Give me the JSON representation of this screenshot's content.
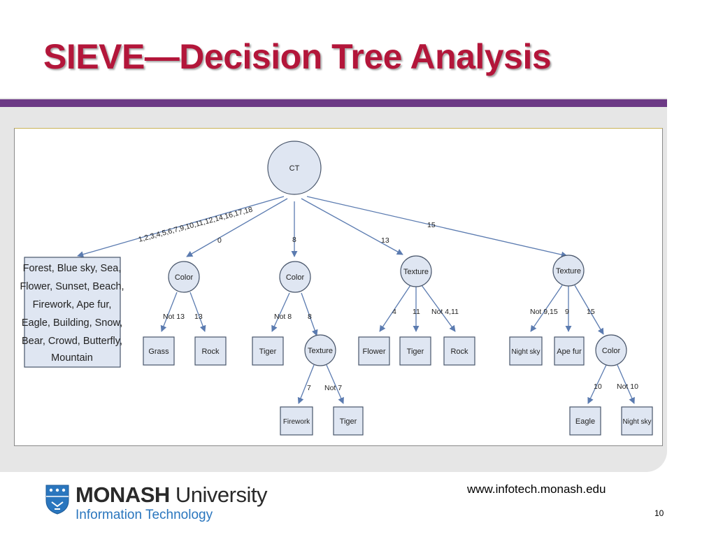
{
  "slide": {
    "title": "SIEVE—Decision Tree Analysis",
    "website": "www.infotech.monash.edu",
    "page_number": "10"
  },
  "footer": {
    "brand_strong": "MONASH",
    "brand_light": " University",
    "sub": "Information Technology"
  },
  "tree": {
    "nodes": {
      "ct": "CT",
      "color1": "Color",
      "color2": "Color",
      "texture1": "Texture",
      "texture2": "Texture",
      "texture3": "Texture",
      "color3": "Color",
      "grass": "Grass",
      "rock1": "Rock",
      "tiger1": "Tiger",
      "flower": "Flower",
      "tiger2": "Tiger",
      "rock2": "Rock",
      "nightsky1": "Night sky",
      "apefur": "Ape fur",
      "firework": "Firework",
      "tiger3": "Tiger",
      "eagle": "Eagle",
      "nightsky2": "Night sky",
      "big_box_lines": [
        "Forest, Blue sky, Sea,",
        "Flower, Sunset, Beach,",
        "Firework, Ape fur,",
        "Eagle, Building, Snow,",
        "Bear, Crowd, Butterfly,",
        "Mountain"
      ]
    },
    "edges": {
      "ct_big": "1,2,3,4,5,6,7,9,10,11,12,14,16,17,18",
      "ct_color1": "0",
      "ct_color2": "8",
      "ct_texture1": "13",
      "ct_texture2": "15",
      "color1_grass": "Not 13",
      "color1_rock": "13",
      "color2_tiger": "Not 8",
      "color2_texture3": "8",
      "texture3_firework": "7",
      "texture3_tiger": "Not 7",
      "texture1_flower": "4",
      "texture1_tiger": "11",
      "texture1_rock": "Not 4,11",
      "texture2_nightsky": "Not 9,15",
      "texture2_apefur": "9",
      "texture2_color3": "15",
      "color3_eagle": "10",
      "color3_nightsky": "Not 10"
    }
  },
  "colors": {
    "title": "#b3163a",
    "accent_bar": "#6d3a86",
    "node_fill": "#dfe6f2",
    "node_stroke": "#48556a",
    "edge": "#5b7bb0",
    "logo_blue": "#2a76be"
  }
}
